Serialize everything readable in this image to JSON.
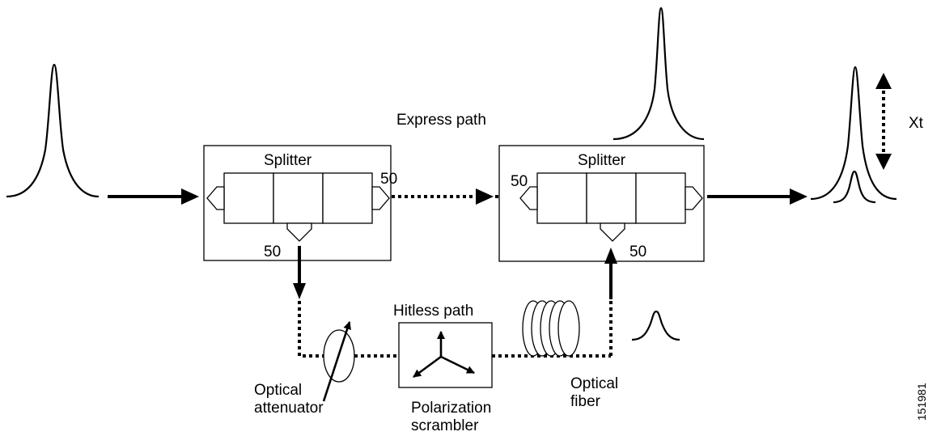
{
  "labels": {
    "express_path": "Express path",
    "splitter_left": "Splitter",
    "splitter_right": "Splitter",
    "left_out_right": "50",
    "left_out_bottom": "50",
    "right_in_left": "50",
    "right_in_bottom": "50",
    "hitless_path": "Hitless path",
    "optical_attenuator_line1": "Optical",
    "optical_attenuator_line2": "attenuator",
    "polarization_scrambler_line1": "Polarization",
    "polarization_scrambler_line2": "scrambler",
    "optical_fiber_line1": "Optical",
    "optical_fiber_line2": "fiber",
    "crosstalk": "Xt",
    "figure_number": "151981"
  }
}
